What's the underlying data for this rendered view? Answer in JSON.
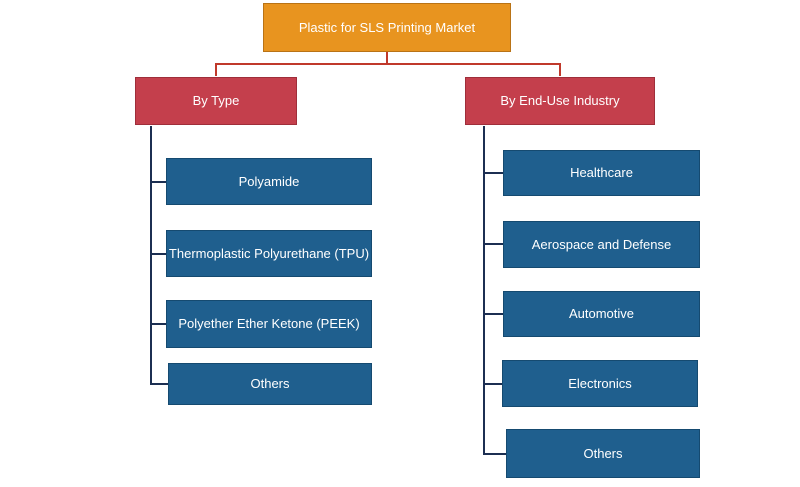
{
  "root": {
    "label": "Plastic for SLS Printing Market"
  },
  "branches": [
    {
      "label": "By Type",
      "items": [
        "Polyamide",
        "Thermoplastic Polyurethane (TPU)",
        "Polyether Ether Ketone (PEEK)",
        "Others"
      ]
    },
    {
      "label": "By End-Use Industry",
      "items": [
        "Healthcare",
        "Aerospace and Defense",
        "Automotive",
        "Electronics",
        "Others"
      ]
    }
  ],
  "colors": {
    "root": "#e8941f",
    "category": "#c43f4c",
    "leaf": "#1f5f8e",
    "connector_top": "#c0392b",
    "connector_tree": "#1c2f52"
  }
}
